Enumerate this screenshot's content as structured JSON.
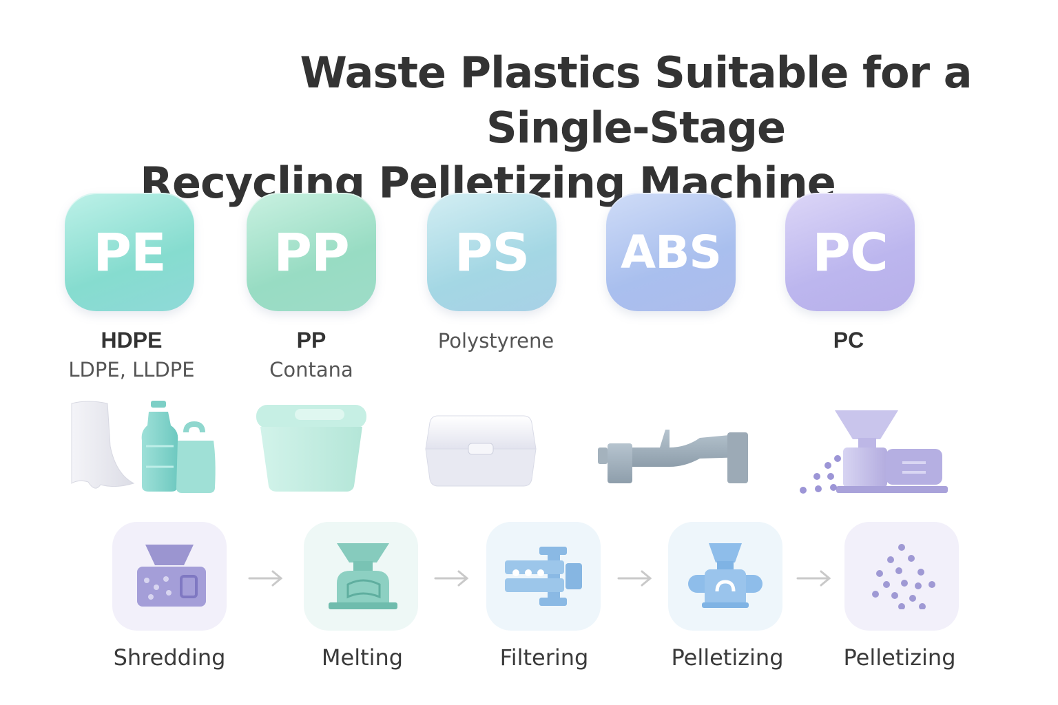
{
  "title": {
    "line1": "Waste Plastics Suitable for a Single-Stage",
    "line2": "Recycling Pelletizing Machine"
  },
  "plastics": [
    {
      "code": "PE",
      "name": "HDPE",
      "sub": "LDPE, LLDPE",
      "illustration": "film-bottle-bag-icon"
    },
    {
      "code": "PP",
      "name": "PP",
      "sub": "Contana",
      "illustration": "container-icon"
    },
    {
      "code": "PS",
      "name": "",
      "sub": "Polystyrene",
      "illustration": "foam-box-icon"
    },
    {
      "code": "ABS",
      "name": "",
      "sub": "",
      "illustration": "pipe-part-icon"
    },
    {
      "code": "PC",
      "name": "PC",
      "sub": "",
      "illustration": "pelletizer-machine-icon"
    }
  ],
  "process_steps": [
    {
      "label": "Shredding",
      "icon": "shredder-icon"
    },
    {
      "label": "Melting",
      "icon": "melter-icon"
    },
    {
      "label": "Filtering",
      "icon": "filter-icon"
    },
    {
      "label": "Pelletizing",
      "icon": "pelletizer-icon"
    },
    {
      "label": "Pelletizing",
      "icon": "pellets-icon"
    }
  ],
  "colors": {
    "pe": "#8fdccf",
    "pp": "#9edcc4",
    "ps": "#a6d5e4",
    "abs": "#abbfec",
    "pc": "#bbb4ec",
    "arrow": "#c8c8c8",
    "title": "#333333"
  }
}
